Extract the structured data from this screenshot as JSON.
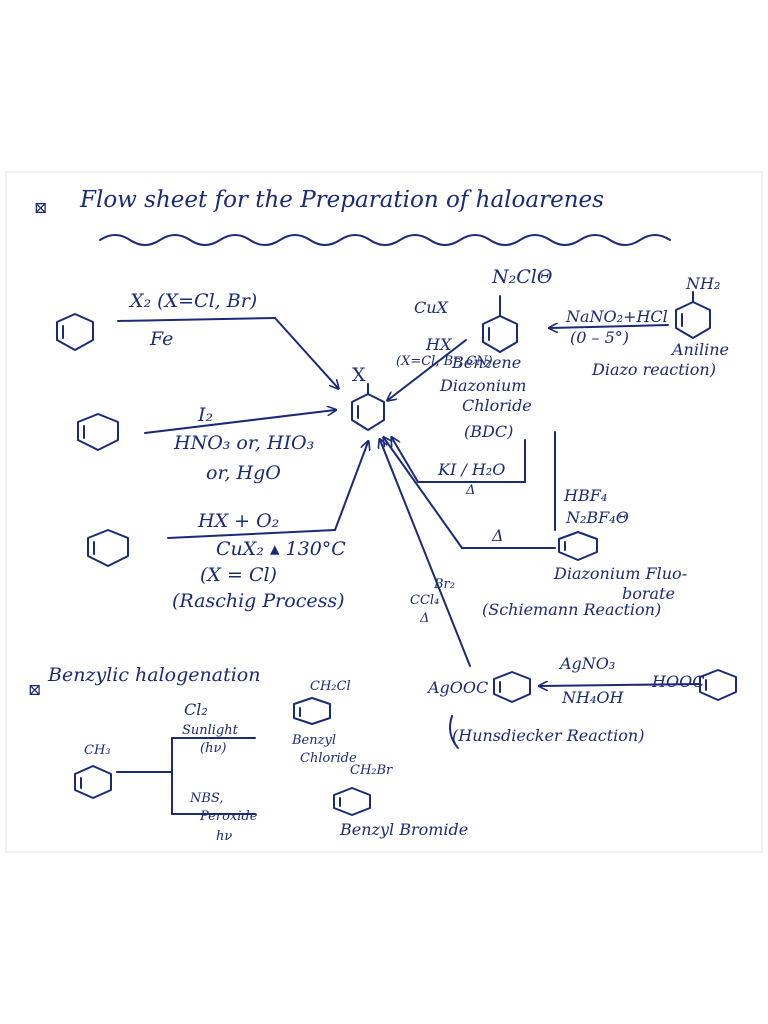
{
  "title": "Flow sheet for the Preparation of haloarenes",
  "checkbox_mark": "⊠",
  "reactions": {
    "halogenation": {
      "reagent": "X₂ (X=Cl, Br)",
      "catalyst": "Fe"
    },
    "iodination": {
      "reagent": "I₂",
      "conditions_1": "HNO₃ or, HIO₃",
      "conditions_2": "or, HgO"
    },
    "raschig": {
      "reagent": "HX + O₂",
      "conditions": "CuX₂ ▴ 130°C",
      "note": "(X = Cl)",
      "name": "(Raschig Process)"
    },
    "product_label": "X",
    "sandmeyer": {
      "diazonium": "N₂ClΘ",
      "reagent": "CuX",
      "acid": "HX",
      "scope": "(X=Cl, Br, CN)"
    },
    "diazotisation": {
      "reagent": "NaNO₂+HCl",
      "temp": "(0 – 5°)",
      "amine_group": "NH₂",
      "amine": "Aniline",
      "name": "Diazo reaction)"
    },
    "bdc": {
      "line_1": "Benzene",
      "line_2": "Diazonium",
      "line_3": "Chloride",
      "abbr": "(BDC)"
    },
    "iodide": {
      "reagent": "KI / H₂O",
      "condition": "Δ"
    },
    "schiemann": {
      "reagent": "HBF₄",
      "salt": "N₂BF₄Θ",
      "heat": "Δ",
      "name_1": "Diazonium Fluo-",
      "name_2": "borate",
      "name_3": "(Schiemann Reaction)"
    },
    "hunsdiecker": {
      "reagent": "Br₂",
      "solvent": "CCl₄",
      "heat": "Δ",
      "salt": "AgOOC",
      "reagent_2": "AgNO₃",
      "base": "NH₄OH",
      "acid": "HOOC",
      "name": "(Hunsdiecker Reaction)"
    }
  },
  "benzylic": {
    "heading": "Benzylic halogenation",
    "methyl": "CH₃",
    "cl2": "Cl₂",
    "sunlight": "Sunlight",
    "hv": "(hν)",
    "chloride_group": "CH₂Cl",
    "chloride_name_1": "Benzyl",
    "chloride_name_2": "Chloride",
    "nbs": "NBS,",
    "peroxide": "Peroxide",
    "hv2": "hν",
    "bromide_group": "CH₂Br",
    "bromide_name": "Benzyl Bromide"
  },
  "ink_color": "#1b2a78"
}
